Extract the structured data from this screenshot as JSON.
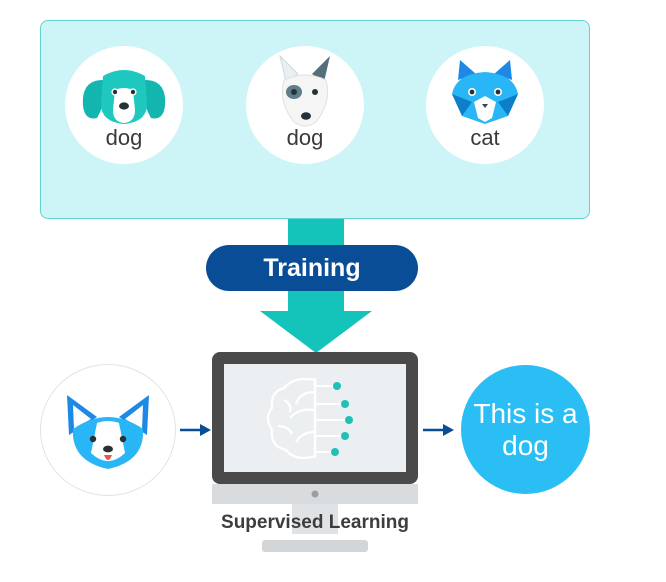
{
  "training_examples": [
    {
      "label": "dog",
      "icon": "teal-floppy-ear-dog-icon"
    },
    {
      "label": "dog",
      "icon": "spotted-bull-terrier-icon"
    },
    {
      "label": "cat",
      "icon": "blue-cat-icon"
    }
  ],
  "training_label": "Training",
  "output_text": "This is a dog",
  "caption": "Supervised Learning",
  "colors": {
    "panel_fill": "#cdf4f7",
    "panel_border": "#62d3cf",
    "arrow": "#14c3b9",
    "pill": "#0a4d97",
    "output": "#2bbef4",
    "monitor": "#4a4a4a",
    "node": "#1fc0b5"
  }
}
